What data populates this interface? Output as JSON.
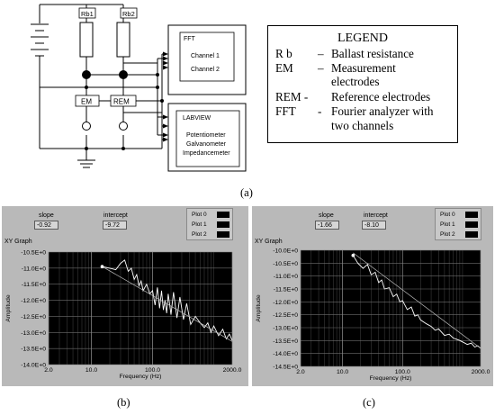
{
  "schematic": {
    "rb1": "Rb1",
    "rb2": "Rb2",
    "em": "EM",
    "rem": "REM",
    "fft_title": "FFT",
    "fft_ch1": "Channel 1",
    "fft_ch2": "Channel 2",
    "lv_title": "LABVIEW",
    "lv_l1": "Potentiometer",
    "lv_l2": "Galvanometer",
    "lv_l3": "Impedancemeter"
  },
  "legend": {
    "title": "LEGEND",
    "rows": [
      {
        "abbr": "R b",
        "dash": "–",
        "desc": "Ballast resistance"
      },
      {
        "abbr": "EM",
        "dash": "–",
        "desc": "Measurement"
      },
      {
        "abbr": "",
        "dash": "",
        "desc": "electrodes"
      },
      {
        "abbr": "REM -",
        "dash": "",
        "desc": "Reference electrodes"
      },
      {
        "abbr": "FFT",
        "dash": "-",
        "desc": "Fourier analyzer with"
      },
      {
        "abbr": "",
        "dash": "",
        "desc": "two channels"
      }
    ]
  },
  "captions": {
    "a": "(a)",
    "b": "(b)",
    "c": "(c)"
  },
  "panels": [
    {
      "slope_label": "slope",
      "slope_value": "-0.92",
      "intercept_label": "intercept",
      "intercept_value": "-9.72",
      "plots": [
        "Plot 0",
        "Plot 1",
        "Plot 2"
      ],
      "graph_title": "XY Graph",
      "ylabel": "Amplitude",
      "xlabel": "Frequency (Hz)"
    },
    {
      "slope_label": "slope",
      "slope_value": "-1.66",
      "intercept_label": "intercept",
      "intercept_value": "-8.10",
      "plots": [
        "Plot 0",
        "Plot 1",
        "Plot 2"
      ],
      "graph_title": "XY Graph",
      "ylabel": "Amplitude",
      "xlabel": "Frequency (Hz)"
    }
  ],
  "chart_data": [
    {
      "type": "line",
      "xscale": "log",
      "xlim": [
        2.0,
        2000.0
      ],
      "ylim": [
        -14.0,
        -10.5
      ],
      "xticks": [
        "2.0",
        "10.0",
        "100.0",
        "2000.0"
      ],
      "xtick_values": [
        2,
        10,
        100,
        2000
      ],
      "yticks": [
        "-10.5E+0",
        "-11.0E+0",
        "-11.5E+0",
        "-12.0E+0",
        "-12.5E+0",
        "-13.0E+0",
        "-13.5E+0",
        "-14.0E+0"
      ],
      "ytick_values": [
        -10.5,
        -11.0,
        -11.5,
        -12.0,
        -12.5,
        -13.0,
        -13.5,
        -14.0
      ],
      "xlabel": "Frequency (Hz)",
      "ylabel": "Amplitude",
      "grid": true,
      "series": [
        {
          "x": [
            15,
            20,
            25,
            30,
            35,
            40,
            45,
            50,
            55,
            60,
            65,
            70,
            80,
            90,
            100,
            110,
            120,
            130,
            140,
            150,
            160,
            170,
            180,
            200,
            220,
            250,
            280,
            320,
            360,
            420,
            500,
            600,
            700,
            800,
            900,
            1000,
            1200,
            1400,
            1600,
            1800,
            2000
          ],
          "y": [
            -10.95,
            -11.0,
            -11.05,
            -10.85,
            -10.75,
            -11.1,
            -11.0,
            -11.35,
            -11.2,
            -11.55,
            -11.4,
            -11.7,
            -11.5,
            -11.8,
            -11.7,
            -12.15,
            -11.6,
            -12.25,
            -11.7,
            -12.3,
            -12.0,
            -12.4,
            -11.8,
            -12.45,
            -11.75,
            -12.55,
            -11.9,
            -12.6,
            -12.1,
            -12.75,
            -12.5,
            -12.7,
            -12.85,
            -12.7,
            -13.0,
            -12.8,
            -13.1,
            -12.9,
            -13.2,
            -13.05,
            -13.25
          ]
        },
        {
          "x": [
            15,
            2000
          ],
          "y": [
            -10.95,
            -13.28
          ]
        }
      ]
    },
    {
      "type": "line",
      "xscale": "log",
      "xlim": [
        2.0,
        2000.0
      ],
      "ylim": [
        -14.5,
        -10.0
      ],
      "xticks": [
        "2.0",
        "10.0",
        "100.0",
        "2000.0"
      ],
      "xtick_values": [
        2,
        10,
        100,
        2000
      ],
      "yticks": [
        "-10.0E+0",
        "-10.5E+0",
        "-11.0E+0",
        "-11.5E+0",
        "-12.0E+0",
        "-12.5E+0",
        "-13.0E+0",
        "-13.5E+0",
        "-14.0E+0",
        "-14.5E+0"
      ],
      "ytick_values": [
        -10.0,
        -10.5,
        -11.0,
        -11.5,
        -12.0,
        -12.5,
        -13.0,
        -13.5,
        -14.0,
        -14.5
      ],
      "xlabel": "Frequency (Hz)",
      "ylabel": "Amplitude",
      "grid": true,
      "series": [
        {
          "x": [
            15,
            18,
            22,
            26,
            30,
            35,
            40,
            45,
            50,
            60,
            70,
            80,
            90,
            100,
            120,
            140,
            160,
            180,
            200,
            250,
            300,
            350,
            400,
            500,
            600,
            700,
            800,
            900,
            1000,
            1200,
            1400,
            1600,
            1800,
            2000
          ],
          "y": [
            -10.2,
            -10.5,
            -10.7,
            -10.55,
            -10.95,
            -10.85,
            -11.25,
            -11.15,
            -11.5,
            -11.45,
            -11.8,
            -11.7,
            -12.0,
            -11.95,
            -12.3,
            -12.2,
            -12.55,
            -12.5,
            -12.7,
            -12.85,
            -12.95,
            -13.1,
            -13.05,
            -13.3,
            -13.25,
            -13.4,
            -13.45,
            -13.5,
            -13.55,
            -13.65,
            -13.6,
            -13.75,
            -13.7,
            -13.8
          ]
        },
        {
          "x": [
            15,
            2000
          ],
          "y": [
            -10.1,
            -13.8
          ]
        }
      ]
    }
  ]
}
